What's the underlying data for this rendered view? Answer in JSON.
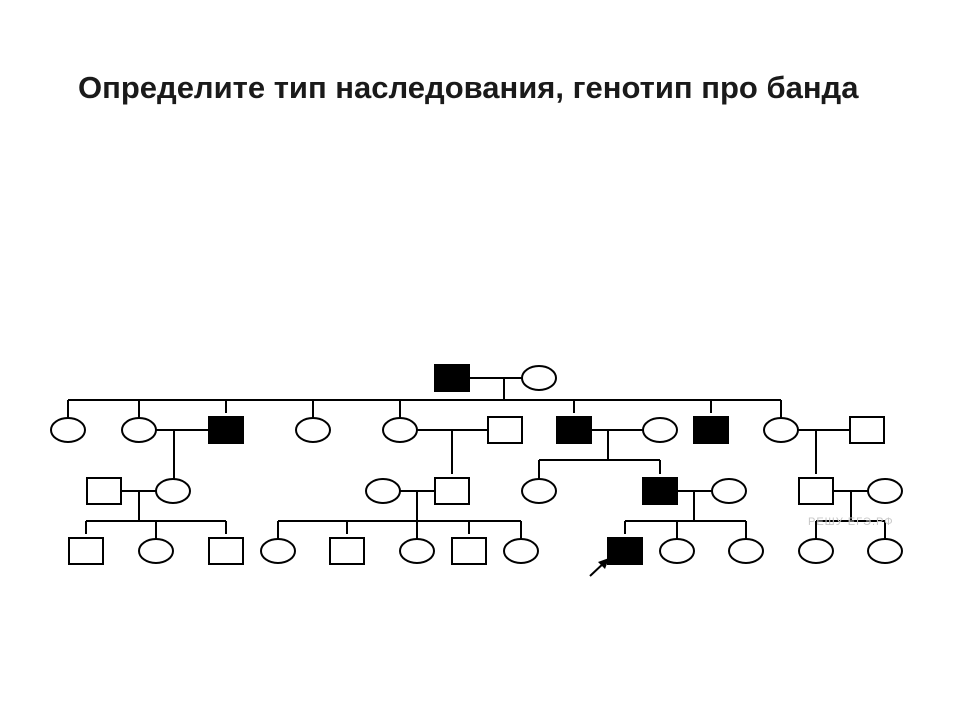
{
  "slide": {
    "title": "Определите тип наследования, генотип про банда"
  },
  "pedigree": {
    "watermark_text": "РЕШУ ЕГЭ.РФ",
    "colors": {
      "line": "#000000",
      "affected": "#000000",
      "unaffected": "#ffffff"
    },
    "legend_meaning": {
      "square": "male",
      "circle": "female",
      "filled": "affected",
      "arrow": "proband"
    },
    "generations": [
      {
        "gen": "I",
        "members": [
          {
            "id": "I-1",
            "sex": "male",
            "affected": true
          },
          {
            "id": "I-2",
            "sex": "female",
            "affected": false
          }
        ]
      },
      {
        "gen": "II",
        "members": [
          {
            "id": "II-1",
            "sex": "female",
            "affected": false
          },
          {
            "id": "II-2",
            "sex": "female",
            "affected": false
          },
          {
            "id": "II-3",
            "sex": "male",
            "affected": true
          },
          {
            "id": "II-4",
            "sex": "female",
            "affected": false
          },
          {
            "id": "II-5",
            "sex": "female",
            "affected": false
          },
          {
            "id": "II-5s",
            "sex": "male",
            "affected": false,
            "spouse": true
          },
          {
            "id": "II-6",
            "sex": "male",
            "affected": true
          },
          {
            "id": "II-6s",
            "sex": "female",
            "affected": false,
            "spouse": true
          },
          {
            "id": "II-7",
            "sex": "male",
            "affected": true
          },
          {
            "id": "II-8",
            "sex": "female",
            "affected": false
          },
          {
            "id": "II-8s",
            "sex": "male",
            "affected": false,
            "spouse": true
          }
        ]
      },
      {
        "gen": "III",
        "members": [
          {
            "id": "III-1s",
            "sex": "male",
            "affected": false,
            "spouse": true
          },
          {
            "id": "III-1",
            "sex": "female",
            "affected": false
          },
          {
            "id": "III-2s",
            "sex": "female",
            "affected": false,
            "spouse": true
          },
          {
            "id": "III-2",
            "sex": "male",
            "affected": false
          },
          {
            "id": "III-3",
            "sex": "female",
            "affected": false
          },
          {
            "id": "III-4",
            "sex": "male",
            "affected": true
          },
          {
            "id": "III-4s",
            "sex": "female",
            "affected": false,
            "spouse": true
          },
          {
            "id": "III-5",
            "sex": "male",
            "affected": false
          },
          {
            "id": "III-5s",
            "sex": "female",
            "affected": false,
            "spouse": true
          }
        ]
      },
      {
        "gen": "IV",
        "members": [
          {
            "id": "IV-1",
            "sex": "male",
            "affected": false
          },
          {
            "id": "IV-2",
            "sex": "female",
            "affected": false
          },
          {
            "id": "IV-3",
            "sex": "male",
            "affected": false
          },
          {
            "id": "IV-4",
            "sex": "female",
            "affected": false
          },
          {
            "id": "IV-5",
            "sex": "male",
            "affected": false
          },
          {
            "id": "IV-6",
            "sex": "female",
            "affected": false
          },
          {
            "id": "IV-7",
            "sex": "male",
            "affected": false
          },
          {
            "id": "IV-8",
            "sex": "female",
            "affected": false
          },
          {
            "id": "IV-9",
            "sex": "male",
            "affected": true,
            "proband": true
          },
          {
            "id": "IV-10",
            "sex": "female",
            "affected": false
          },
          {
            "id": "IV-11",
            "sex": "female",
            "affected": false
          },
          {
            "id": "IV-12",
            "sex": "female",
            "affected": false
          },
          {
            "id": "IV-13",
            "sex": "female",
            "affected": false
          }
        ]
      }
    ]
  }
}
